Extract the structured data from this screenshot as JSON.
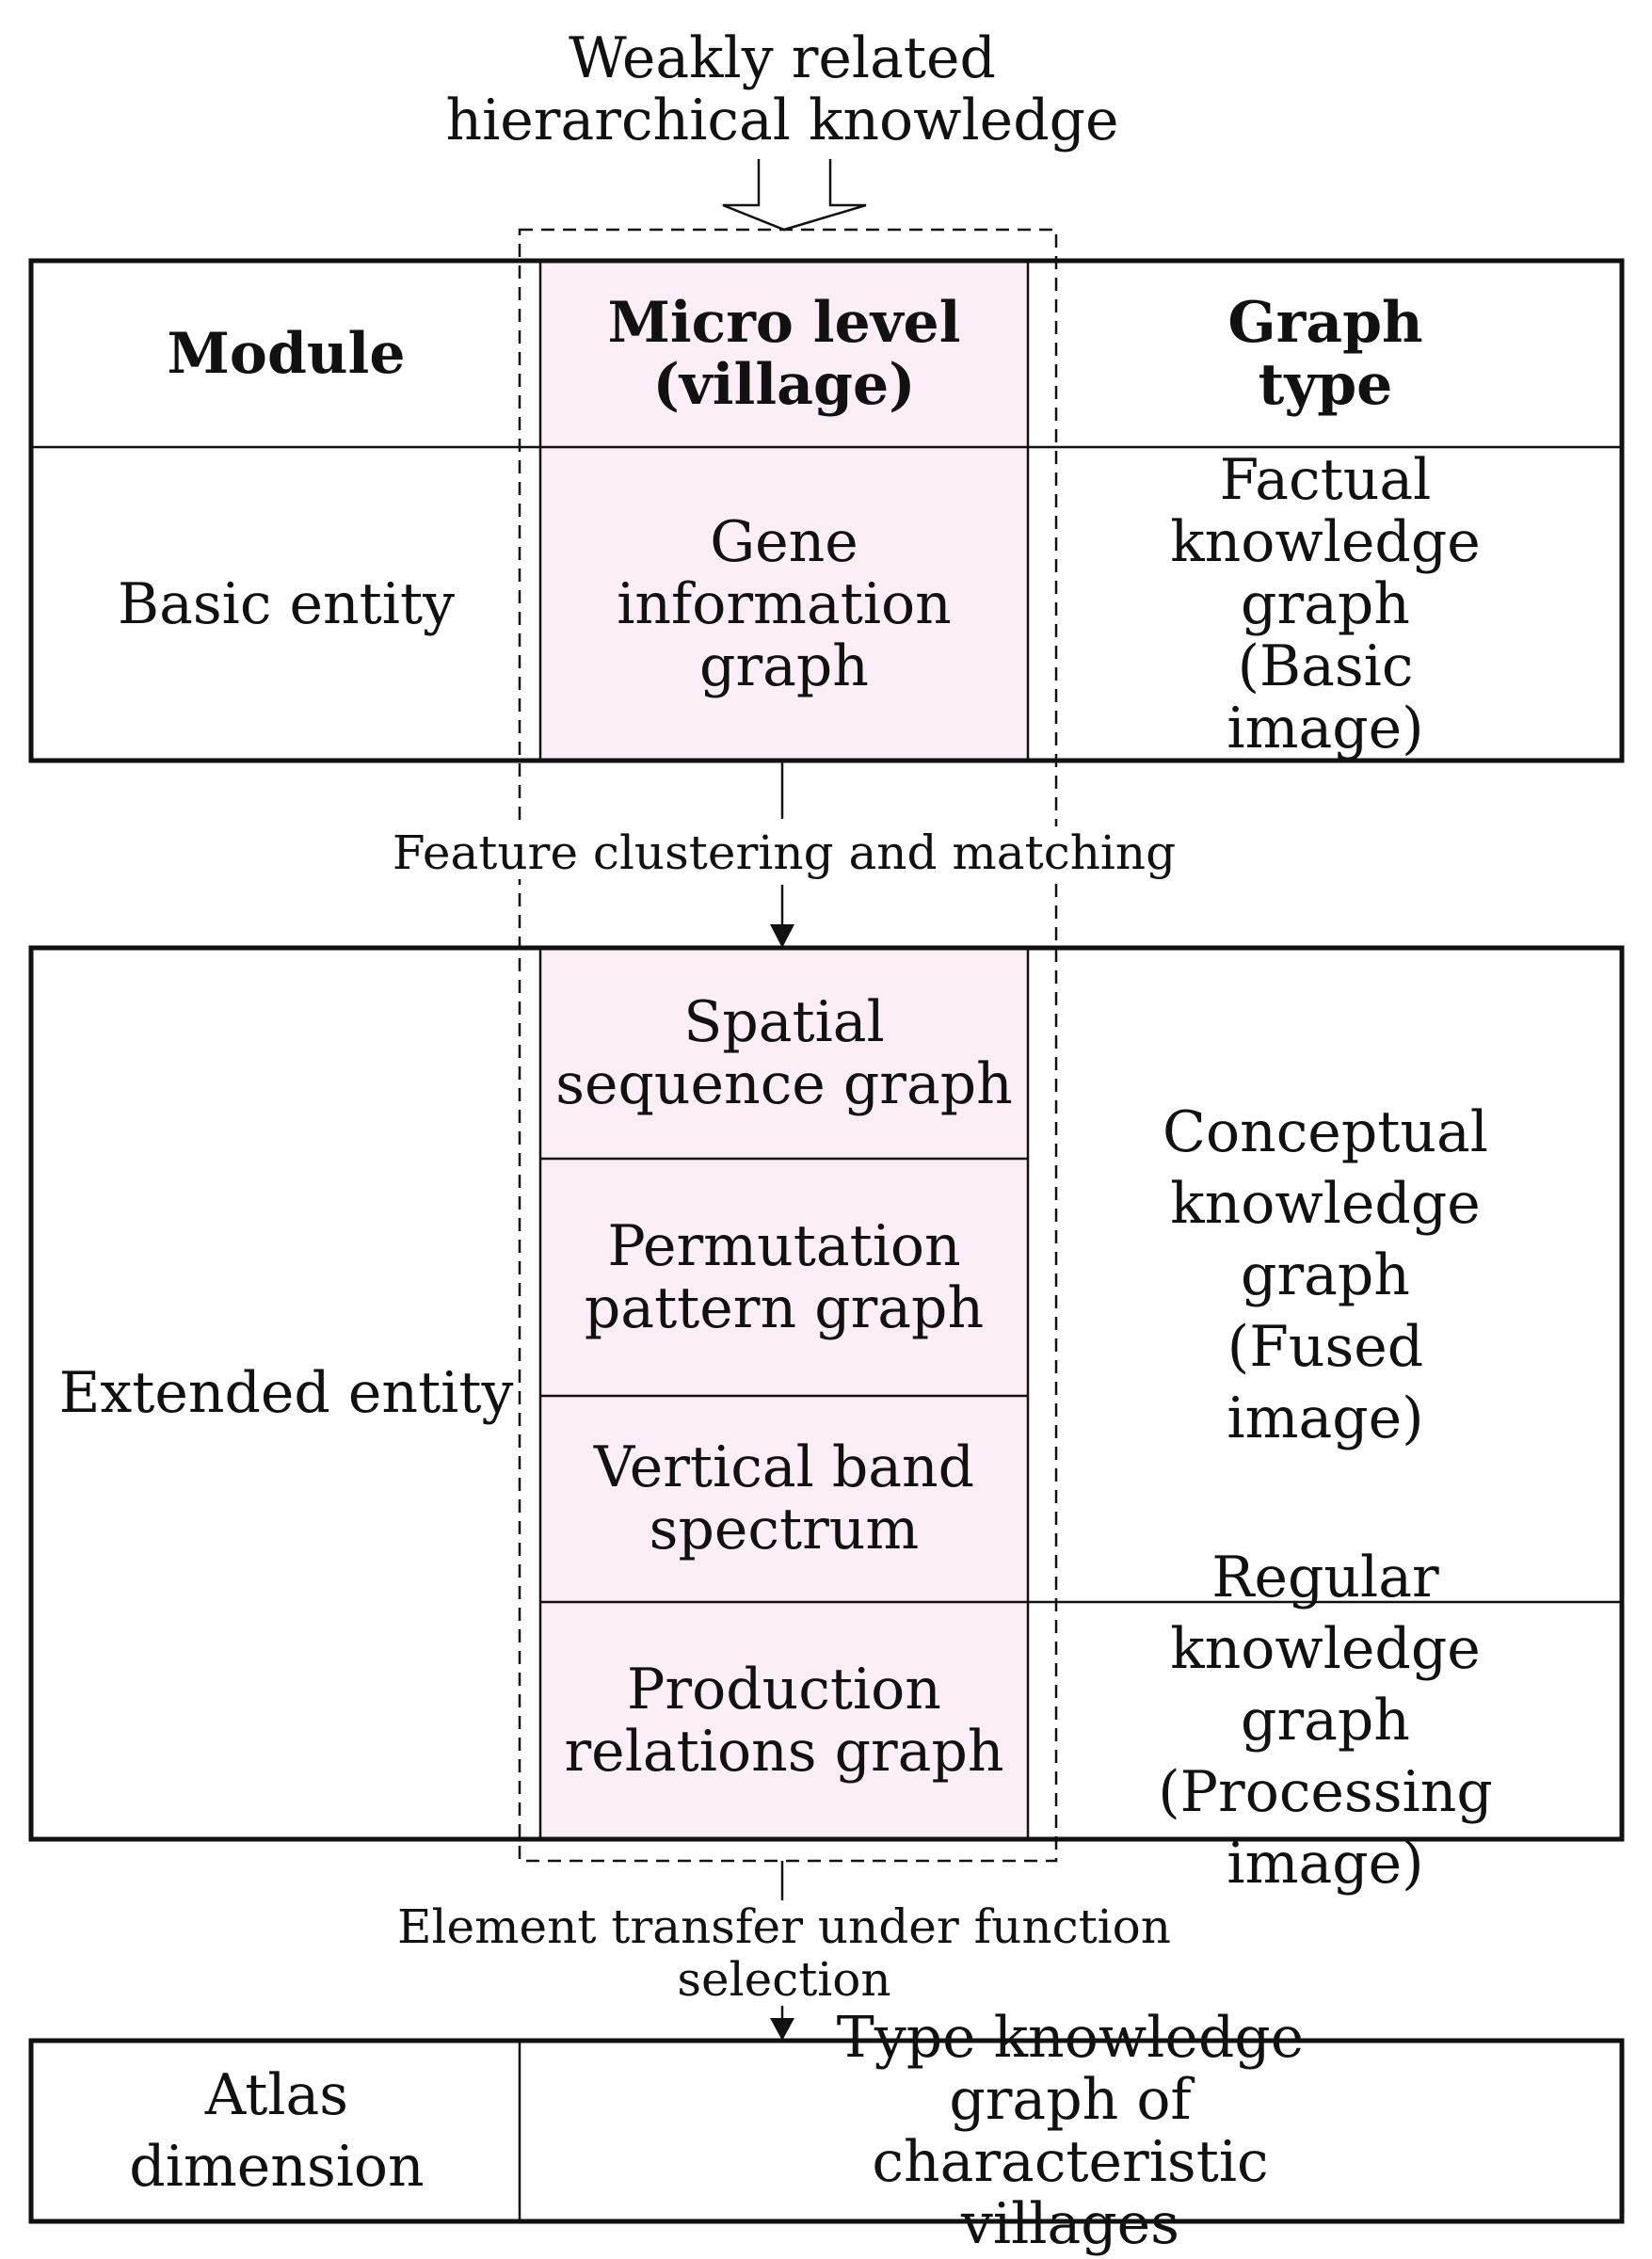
{
  "top_input": "Weakly related\nhierarchical knowledge",
  "header": {
    "module": "Module",
    "micro_level": "Micro level\n(village)",
    "graph_type": "Graph type"
  },
  "basic": {
    "module": "Basic entity",
    "micro": "Gene\ninformation\ngraph",
    "graph_type": "Factual knowledge\ngraph\n(Basic image)"
  },
  "arrow1_label": "Feature clustering and matching",
  "extended": {
    "module": "Extended entity",
    "micro": [
      "Spatial\nsequence graph",
      "Permutation\npattern graph",
      "Vertical band\nspectrum",
      "Production\nrelations graph"
    ],
    "graph_type_1": "Conceptual\nknowledge graph\n(Fused image)",
    "graph_type_2": "Regular knowledge\ngraph\n(Processing image)"
  },
  "arrow2_label": "Element transfer under function selection",
  "atlas": {
    "label": "Atlas\ndimension",
    "value": "Type knowledge graph of\ncharacteristic villages"
  },
  "colors": {
    "micro_fill": "#fceef6",
    "line": "#111111"
  }
}
